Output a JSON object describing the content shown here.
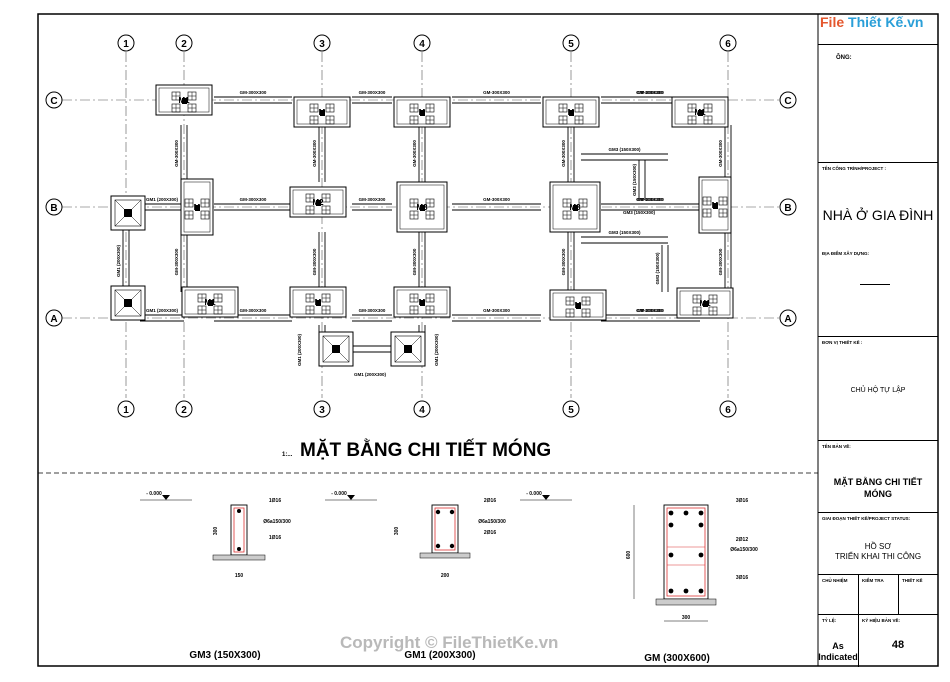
{
  "drawing_title": "MẶT BẰNG CHI TIẾT MÓNG",
  "drawing_scale_prefix": "1:...",
  "axes_top": [
    "1",
    "2",
    "3",
    "4",
    "5",
    "6"
  ],
  "axes_bottom": [
    "1",
    "2",
    "3",
    "4",
    "5",
    "6"
  ],
  "axes_rows": [
    "C",
    "B",
    "A"
  ],
  "labels": {
    "m": "M",
    "m1": "M1",
    "m2": "M2",
    "m3": "M3",
    "gm": "GM-300X300",
    "gm1": "GM1 (200X300)",
    "gm3": "GM3 (150X300)"
  },
  "sections": [
    {
      "name": "GM3 (150X300)",
      "level": "- 0.000",
      "top_bar": "1Ø16",
      "stirrup": "Ø6a150/300",
      "bottom_bar": "1Ø16",
      "height": "300",
      "width": "150"
    },
    {
      "name": "GM1 (200X300)",
      "level": "- 0.000",
      "top_bar": "2Ø16",
      "stirrup": "Ø6a150/300",
      "bottom_bar": "2Ø16",
      "height": "300",
      "width": "200"
    },
    {
      "name": "GM (300X600)",
      "level": "- 0.000",
      "top_bar": "3Ø16",
      "side_bar": "2Ø12",
      "stirrup": "Ø6a150/300",
      "bottom_bar": "3Ø16",
      "height": "600",
      "width": "300"
    }
  ],
  "watermark_logo": "File Thiết Kế.vn",
  "copyright": "Copyright © FileThietKe.vn",
  "title_block": {
    "owner_label": "ÔNG:",
    "project_label": "TÊN CÔNG TRÌNH/PROJECT :",
    "project_name": "NHÀ Ở GIA ĐÌNH",
    "location_label": "ĐỊA ĐIỂM XÂY DỰNG:",
    "designer_label": "ĐƠN VỊ THIẾT KẾ :",
    "designer_name": "CHỦ HỘ TỰ LẬP",
    "sheet_label": "TÊN BẢN VẼ:",
    "sheet_name_line1": "MẶT BẰNG CHI TIẾT",
    "sheet_name_line2": "MÓNG",
    "stage_label": "GIAI ĐOẠN THIẾT KẾ/PROJECT STATUS:",
    "stage_line1": "HỒ SƠ",
    "stage_line2": "TRIỂN KHAI THI CÔNG",
    "chair_label": "CHỦ NHIỆM",
    "check_label": "KIỂM TRA",
    "design_label": "THIẾT KẾ",
    "scale_label": "TỶ LỆ:",
    "sheetno_label": "KÝ HIỆU BẢN VẼ:",
    "scale_value_1": "As",
    "scale_value_2": "Indicated",
    "sheet_number": "48"
  }
}
